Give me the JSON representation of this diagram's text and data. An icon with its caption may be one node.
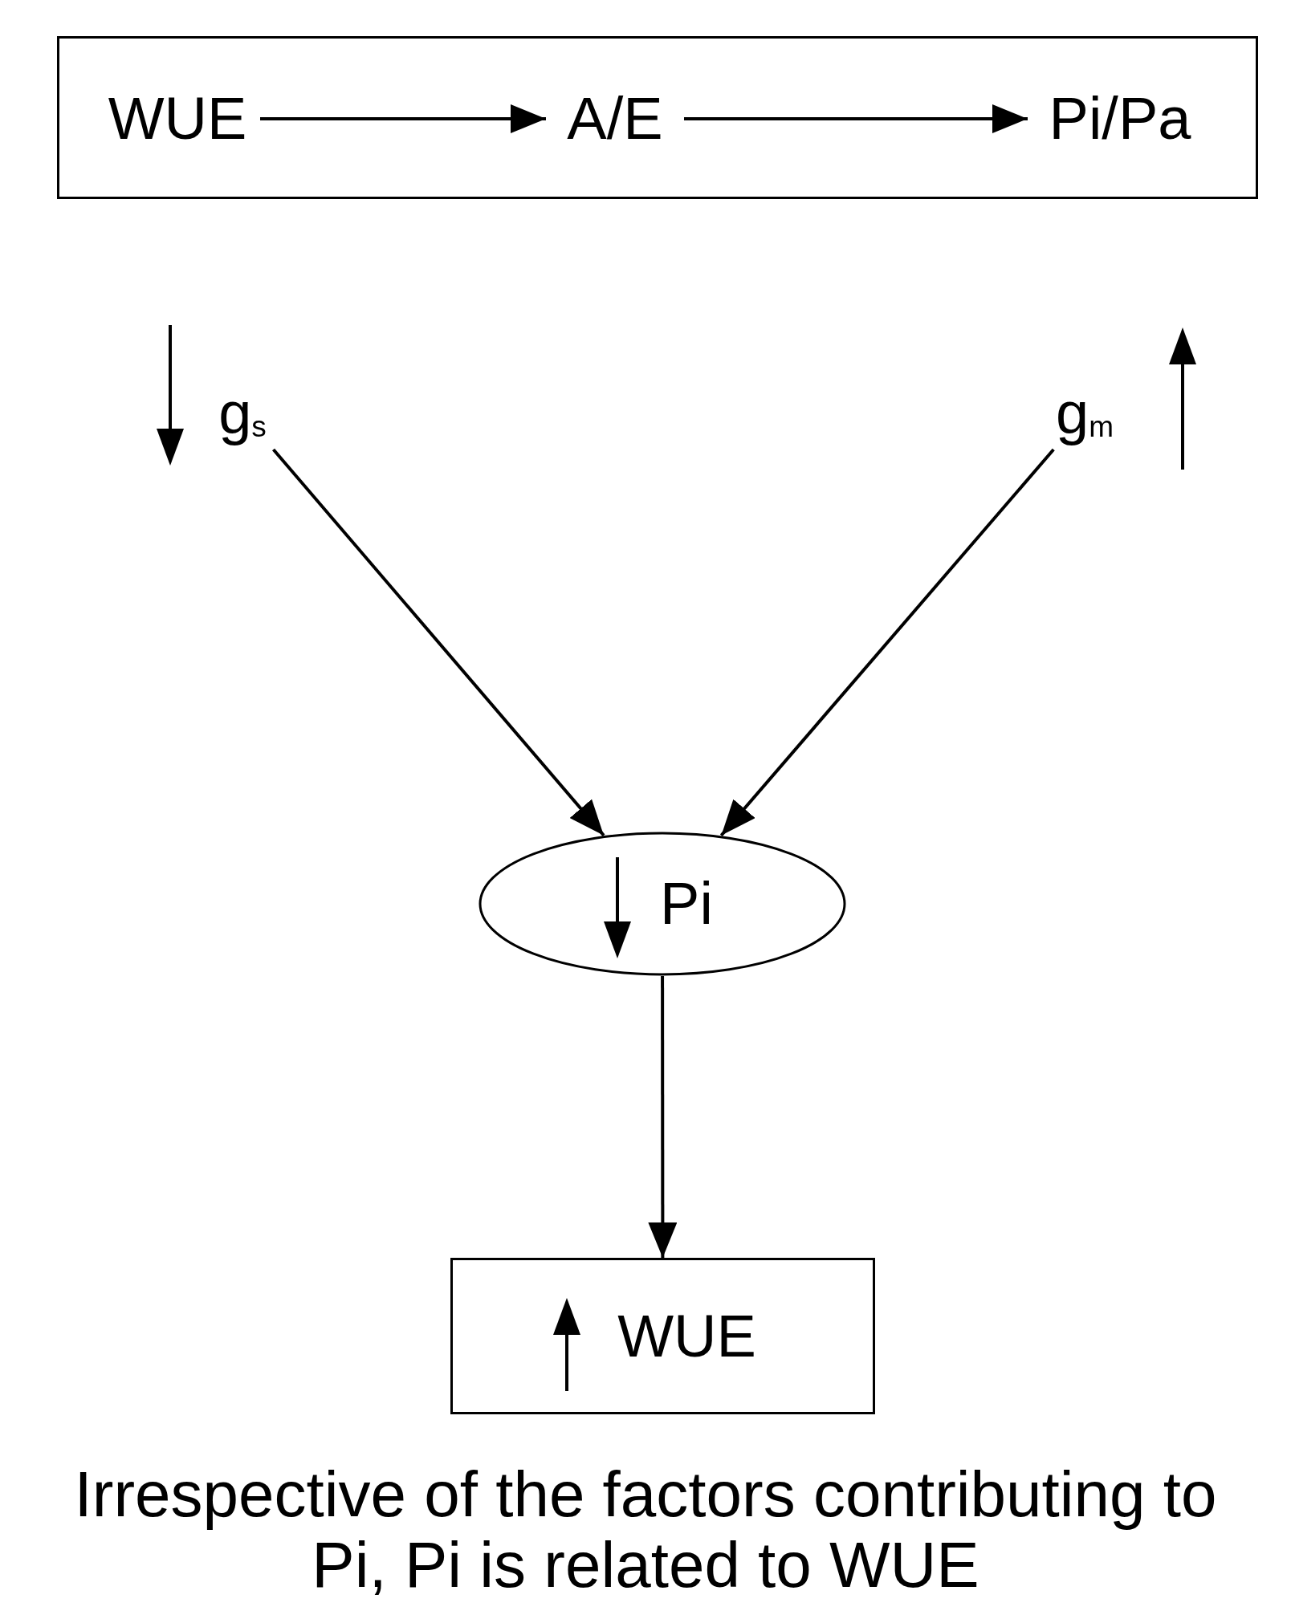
{
  "diagram": {
    "caption": "Irrespective of the factors contributing to Pi, Pi is related to WUE",
    "nodes": [
      {
        "text": [],
        "shape": "box"
      },
      {
        "text": [
          "WUE"
        ],
        "in": 0
      },
      {
        "text": [
          "A/E"
        ],
        "in": 0
      },
      {
        "text": [
          "Pi/Pa"
        ],
        "in": 0
      },
      {
        "text": [
          "g$_{s}$"
        ]
      },
      {
        "text": [
          "g$_{m}$"
        ]
      },
      {
        "text": [
          "Pi"
        ]
      },
      {
        "text": [
          "WUE"
        ]
      }
    ],
    "edges": [
      {
        "from": 1,
        "to": 2,
        "arrow": "to"
      },
      {
        "from": 2,
        "to": 3,
        "arrow": "to"
      },
      {
        "from": 4,
        "to": 6,
        "arrow": "to"
      },
      {
        "from": 5,
        "to": 6,
        "arrow": "to"
      },
      {
        "from": 6,
        "to": 7,
        "arrow": "to"
      }
    ]
  }
}
